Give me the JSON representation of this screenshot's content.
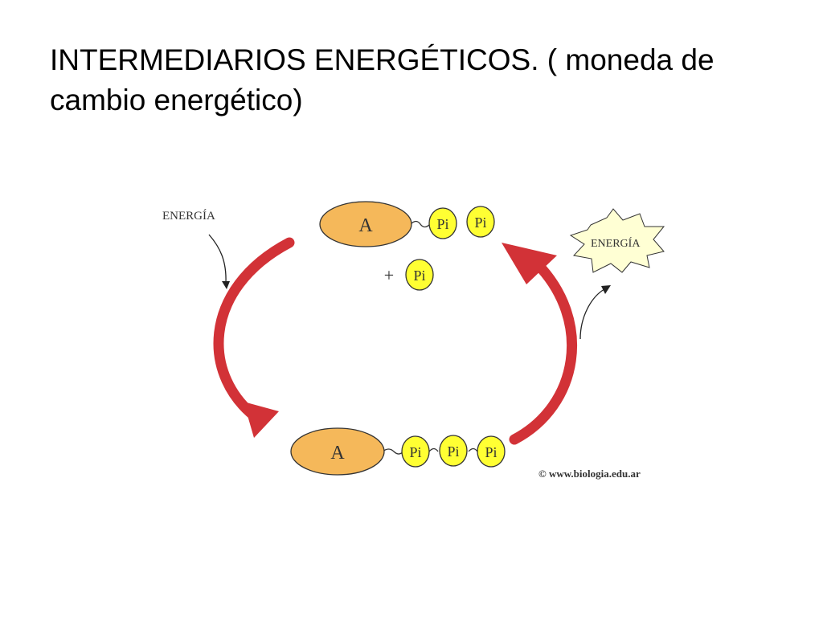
{
  "slide": {
    "title_line1": "INTERMEDIARIOS ENERGÉTICOS. ( moneda de",
    "title_line2": "cambio energético)"
  },
  "diagram": {
    "energy_in_label": "ENERGÍA",
    "energy_out_label": "ENERGÍA",
    "adenosine_top": "A",
    "adenosine_bottom": "A",
    "phosphate_label": "Pi",
    "plus_sign": "+",
    "copyright": "© www.biologia.edu.ar"
  },
  "colors": {
    "adenosine_fill": "#f5b85a",
    "phosphate_fill": "#ffff33",
    "arrow_red": "#d23237",
    "starburst_fill": "#ffffd4"
  }
}
